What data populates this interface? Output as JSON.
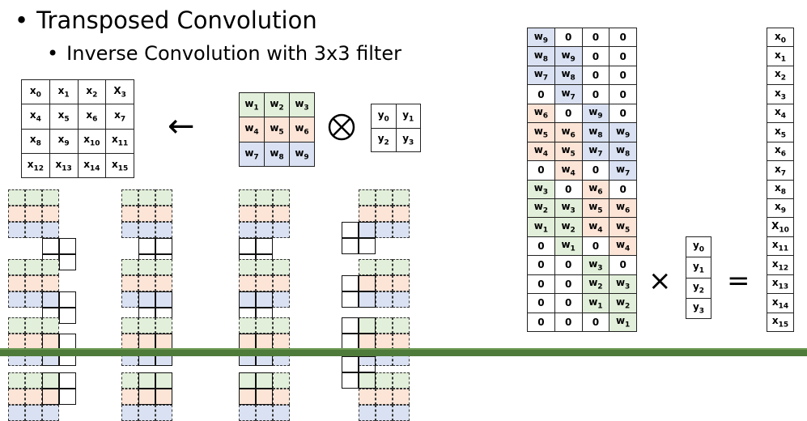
{
  "slide": {
    "title": "Transposed Convolution",
    "subtitle": "Inverse Convolution with 3x3 filter",
    "bullet": "•"
  },
  "input_grid": {
    "rows": [
      [
        "x0",
        "x1",
        "x2",
        "X3"
      ],
      [
        "x4",
        "x5",
        "x6",
        "x7"
      ],
      [
        "x8",
        "x9",
        "x10",
        "x11"
      ],
      [
        "x12",
        "x13",
        "x14",
        "x15"
      ]
    ]
  },
  "filter_grid": {
    "rows": [
      [
        "w1",
        "w2",
        "w3"
      ],
      [
        "w4",
        "w5",
        "w6"
      ],
      [
        "w7",
        "w8",
        "w9"
      ]
    ],
    "row_colors": [
      "#e2efda",
      "#fce4d6",
      "#d9e1f2"
    ]
  },
  "output_grid": {
    "rows": [
      [
        "y0",
        "y1"
      ],
      [
        "y2",
        "y3"
      ]
    ]
  },
  "symbols": {
    "arrow": "←",
    "convolve": "⊗",
    "times": "×",
    "equals": "="
  },
  "matrix": {
    "rows": [
      [
        "w9",
        "0",
        "0",
        "0"
      ],
      [
        "w8",
        "w9",
        "0",
        "0"
      ],
      [
        "w7",
        "w8",
        "0",
        "0"
      ],
      [
        "0",
        "w7",
        "0",
        "0"
      ],
      [
        "w6",
        "0",
        "w9",
        "0"
      ],
      [
        "w5",
        "w6",
        "w8",
        "w9"
      ],
      [
        "w4",
        "w5",
        "w7",
        "w8"
      ],
      [
        "0",
        "w4",
        "0",
        "w7"
      ],
      [
        "w3",
        "0",
        "w6",
        "0"
      ],
      [
        "w2",
        "w3",
        "w5",
        "w6"
      ],
      [
        "w1",
        "w2",
        "w4",
        "w5"
      ],
      [
        "0",
        "w1",
        "0",
        "w4"
      ],
      [
        "0",
        "0",
        "w3",
        "0"
      ],
      [
        "0",
        "0",
        "w2",
        "w3"
      ],
      [
        "0",
        "0",
        "w1",
        "w2"
      ],
      [
        "0",
        "0",
        "0",
        "w1"
      ]
    ]
  },
  "y_vector": [
    "y0",
    "y1",
    "y2",
    "y3"
  ],
  "x_vector": [
    "x0",
    "x1",
    "x2",
    "x3",
    "x4",
    "x5",
    "x6",
    "x7",
    "x8",
    "x9",
    "X10",
    "x11",
    "x12",
    "x13",
    "x14",
    "x15"
  ],
  "colors": {
    "green": "#e2efda",
    "orange": "#fce4d6",
    "blue": "#d9e1f2",
    "stripe": "#4f7b3a"
  }
}
